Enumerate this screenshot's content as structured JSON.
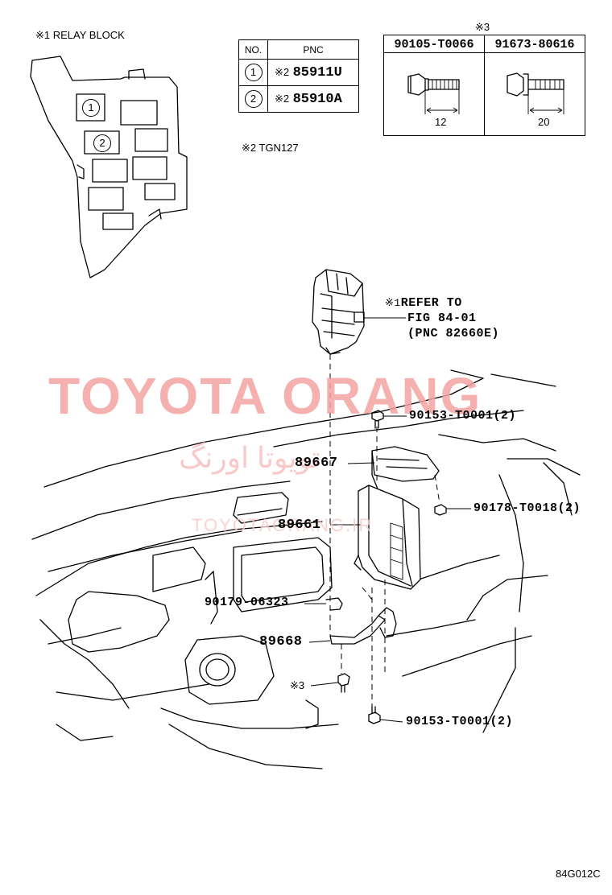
{
  "relay_block": {
    "title": "※1 RELAY BLOCK",
    "slot_1": "1",
    "slot_2": "2"
  },
  "pnc_table": {
    "headers": [
      "NO.",
      "PNC"
    ],
    "rows": [
      {
        "no": "1",
        "note": "※2",
        "pnc": "85911U"
      },
      {
        "no": "2",
        "note": "※2",
        "pnc": "85910A"
      }
    ]
  },
  "note2": "※2 TGN127",
  "bolt_table": {
    "marker": "※3",
    "parts": [
      {
        "part_no": "90105-T0066",
        "length": "12"
      },
      {
        "part_no": "91673-80616",
        "length": "20"
      }
    ]
  },
  "callouts": {
    "refer_marker": "※1",
    "refer_line1": "REFER TO",
    "refer_line2": "FIG 84-01",
    "refer_line3": "(PNC 82660E)",
    "bolt_top": "90153-T0001(2)",
    "bracket": "89667",
    "nut": "90178-T0018(2)",
    "ecu": "89661",
    "clip": "90179-06323",
    "wire_bracket": "89668",
    "screw_marker": "※3",
    "bolt_bottom": "90153-T0001(2)"
  },
  "watermarks": {
    "brand": "TOYOTA ORANG",
    "persian": "تویوتا اورنگ",
    "url": "TOYOTAORANG.IR"
  },
  "figure_code": "84G012C"
}
